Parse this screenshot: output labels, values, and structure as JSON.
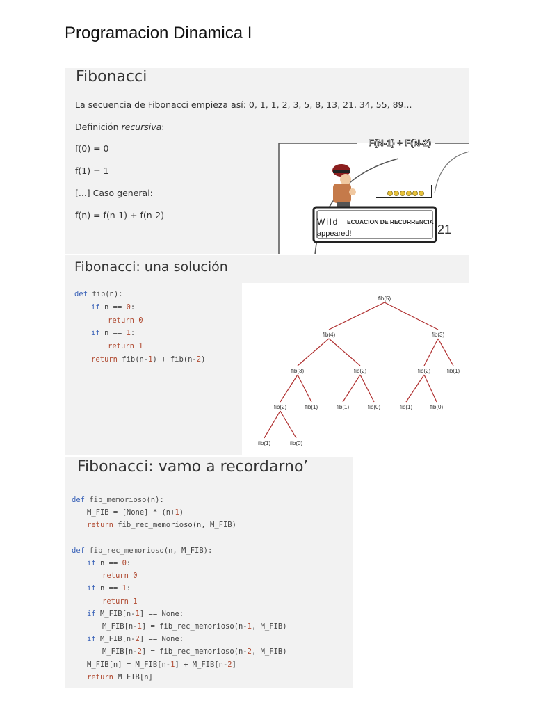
{
  "document": {
    "title": "Programacion Dinamica I"
  },
  "slide1": {
    "title": "Fibonacci",
    "intro": "La secuencia de Fibonacci empieza así: 0, 1, 1, 2, 3, 5, 8, 13, 21, 34, 55, 89...",
    "def_prefix": "Definición ",
    "def_italic": "recursiva",
    "def_suffix": ":",
    "f0": "f(0) = 0",
    "f1": "f(1) = 1",
    "general": "[...] Caso general:",
    "fn": "f(n) = f(n-1) + f(n-2)",
    "meme": {
      "banner": "F(N-1) + F(N-2)",
      "dialog_line1_prefix": "Wild",
      "dialog_line1_name": "ECUACION DE RECURRENCIA",
      "dialog_line2": "appeared!",
      "side_fragment": "21",
      "colors": {
        "banner_fill": "#ffffff",
        "hp_bar": "#e8c23a",
        "cap": "#c0392b"
      }
    }
  },
  "slide2": {
    "title": "Fibonacci: una solución",
    "code": [
      {
        "indent": 0,
        "tokens": [
          {
            "t": "def ",
            "c": "kw"
          },
          {
            "t": "fib",
            "c": "fn"
          },
          {
            "t": "(n):",
            "c": "plain"
          }
        ]
      },
      {
        "indent": 1,
        "tokens": [
          {
            "t": "if ",
            "c": "kw"
          },
          {
            "t": "n == ",
            "c": "plain"
          },
          {
            "t": "0",
            "c": "num"
          },
          {
            "t": ":",
            "c": "plain"
          }
        ]
      },
      {
        "indent": 2,
        "tokens": [
          {
            "t": "return ",
            "c": "num"
          },
          {
            "t": "0",
            "c": "num"
          }
        ]
      },
      {
        "indent": 1,
        "tokens": [
          {
            "t": "if ",
            "c": "kw"
          },
          {
            "t": "n == ",
            "c": "plain"
          },
          {
            "t": "1",
            "c": "num"
          },
          {
            "t": ":",
            "c": "plain"
          }
        ]
      },
      {
        "indent": 2,
        "tokens": [
          {
            "t": "return ",
            "c": "num"
          },
          {
            "t": "1",
            "c": "num"
          }
        ]
      },
      {
        "indent": 1,
        "tokens": [
          {
            "t": "return ",
            "c": "num"
          },
          {
            "t": "fib(n-",
            "c": "plain"
          },
          {
            "t": "1",
            "c": "num"
          },
          {
            "t": ") + fib(n-",
            "c": "plain"
          },
          {
            "t": "2",
            "c": "num"
          },
          {
            "t": ")",
            "c": "plain"
          }
        ]
      }
    ],
    "tree": {
      "edge_color": "#b03030",
      "nodes": [
        "fib(5)",
        "fib(4)",
        "fib(3)",
        "fib(3)",
        "fib(2)",
        "fib(2)",
        "fib(1)",
        "fib(2)",
        "fib(1)",
        "fib(1)",
        "fib(0)",
        "fib(1)",
        "fib(0)",
        "fib(1)",
        "fib(0)"
      ]
    }
  },
  "slide3": {
    "title": "Fibonacci: vamo a recordarno’",
    "code": [
      {
        "indent": 0,
        "tokens": [
          {
            "t": "def ",
            "c": "kw"
          },
          {
            "t": "fib_memorioso",
            "c": "fn"
          },
          {
            "t": "(n):",
            "c": "plain"
          }
        ]
      },
      {
        "indent": 1,
        "tokens": [
          {
            "t": "M_FIB = [None] * (n+",
            "c": "plain"
          },
          {
            "t": "1",
            "c": "num"
          },
          {
            "t": ")",
            "c": "plain"
          }
        ]
      },
      {
        "indent": 1,
        "tokens": [
          {
            "t": "return ",
            "c": "num"
          },
          {
            "t": "fib_rec_memorioso(n, M_FIB)",
            "c": "plain"
          }
        ]
      },
      {
        "indent": 0,
        "tokens": []
      },
      {
        "indent": 0,
        "tokens": [
          {
            "t": "def ",
            "c": "kw"
          },
          {
            "t": "fib_rec_memorioso",
            "c": "fn"
          },
          {
            "t": "(n, M_FIB):",
            "c": "plain"
          }
        ]
      },
      {
        "indent": 1,
        "tokens": [
          {
            "t": "if ",
            "c": "kw"
          },
          {
            "t": "n == ",
            "c": "plain"
          },
          {
            "t": "0",
            "c": "num"
          },
          {
            "t": ":",
            "c": "plain"
          }
        ]
      },
      {
        "indent": 2,
        "tokens": [
          {
            "t": "return ",
            "c": "num"
          },
          {
            "t": "0",
            "c": "num"
          }
        ]
      },
      {
        "indent": 1,
        "tokens": [
          {
            "t": "if ",
            "c": "kw"
          },
          {
            "t": "n == ",
            "c": "plain"
          },
          {
            "t": "1",
            "c": "num"
          },
          {
            "t": ":",
            "c": "plain"
          }
        ]
      },
      {
        "indent": 2,
        "tokens": [
          {
            "t": "return ",
            "c": "num"
          },
          {
            "t": "1",
            "c": "num"
          }
        ]
      },
      {
        "indent": 1,
        "tokens": [
          {
            "t": "if ",
            "c": "kw"
          },
          {
            "t": "M_FIB[n-",
            "c": "plain"
          },
          {
            "t": "1",
            "c": "num"
          },
          {
            "t": "] == None:",
            "c": "plain"
          }
        ]
      },
      {
        "indent": 2,
        "tokens": [
          {
            "t": "M_FIB[n-",
            "c": "plain"
          },
          {
            "t": "1",
            "c": "num"
          },
          {
            "t": "] = fib_rec_memorioso(n-",
            "c": "plain"
          },
          {
            "t": "1",
            "c": "num"
          },
          {
            "t": ", M_FIB)",
            "c": "plain"
          }
        ]
      },
      {
        "indent": 1,
        "tokens": [
          {
            "t": "if ",
            "c": "kw"
          },
          {
            "t": "M_FIB[n-",
            "c": "plain"
          },
          {
            "t": "2",
            "c": "num"
          },
          {
            "t": "] == None:",
            "c": "plain"
          }
        ]
      },
      {
        "indent": 2,
        "tokens": [
          {
            "t": "M_FIB[n-",
            "c": "plain"
          },
          {
            "t": "2",
            "c": "num"
          },
          {
            "t": "] = fib_rec_memorioso(n-",
            "c": "plain"
          },
          {
            "t": "2",
            "c": "num"
          },
          {
            "t": ", M_FIB)",
            "c": "plain"
          }
        ]
      },
      {
        "indent": 1,
        "tokens": [
          {
            "t": "M_FIB[n] = M_FIB[n-",
            "c": "plain"
          },
          {
            "t": "1",
            "c": "num"
          },
          {
            "t": "] + M_FIB[n-",
            "c": "plain"
          },
          {
            "t": "2",
            "c": "num"
          },
          {
            "t": "]",
            "c": "plain"
          }
        ]
      },
      {
        "indent": 1,
        "tokens": [
          {
            "t": "return ",
            "c": "num"
          },
          {
            "t": "M_FIB[n]",
            "c": "plain"
          }
        ]
      }
    ]
  }
}
